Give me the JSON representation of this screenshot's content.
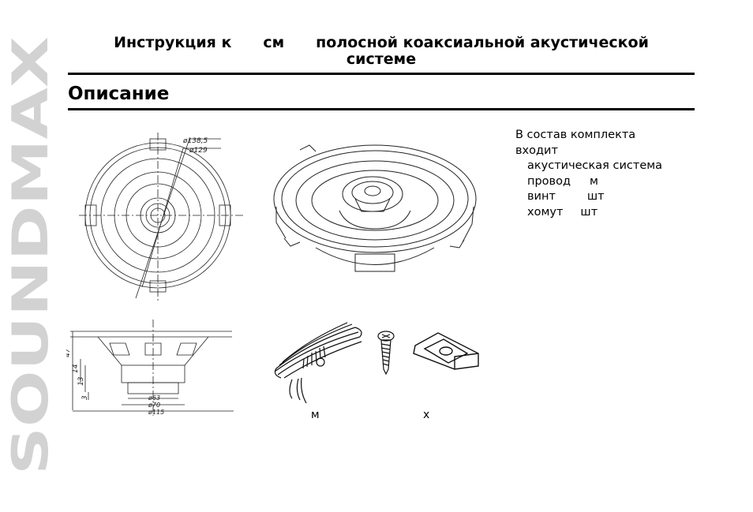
{
  "brand": "SOUNDMAX",
  "header": {
    "title_part1": "Инструкция к",
    "title_part2": "см",
    "title_part3": "полосной коаксиальной акустической",
    "title_line2": "системе"
  },
  "section": {
    "title": "Описание"
  },
  "dimensions": {
    "outer_diameter": "ø138,5",
    "inner_diameter": "ø129",
    "height_total": "47",
    "height_mid": "14",
    "height_low": "13",
    "height_base": "3",
    "diameter_63": "ø63",
    "diameter_70": "ø70",
    "diameter_115": "ø115"
  },
  "kit": {
    "heading_line1": "В состав комплекта",
    "heading_line2": "входит",
    "items": [
      {
        "name": "акустическая система",
        "unit": ""
      },
      {
        "name": "провод",
        "unit": "м"
      },
      {
        "name": "винт",
        "unit": "шт"
      },
      {
        "name": "хомут",
        "unit": "шт"
      }
    ]
  },
  "captions": {
    "wire_unit": "м",
    "cross": "x"
  }
}
